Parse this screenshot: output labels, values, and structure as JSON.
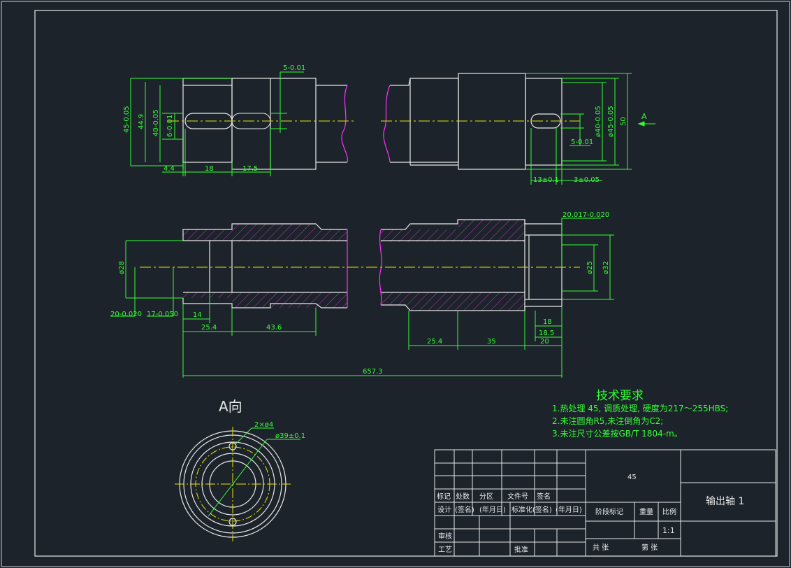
{
  "colors": {
    "background": "#1d232b",
    "outline": "#e8e8e8",
    "dimension": "#33ff33",
    "centerline": "#e6e600",
    "break_line": "#ff33ff",
    "hatch": "#cc44cc"
  },
  "top_view": {
    "left": {
      "dim_45": "45-0.05",
      "dim_44_9": "44.9",
      "dim_40": "40-0.05",
      "dim_6": "6-0.01",
      "dim_5": "5-0.01",
      "dim_4_4": "4.4",
      "dim_18": "18",
      "dim_17_5": "17.5"
    },
    "right": {
      "dim_40": "ø40-0.05",
      "dim_45": "ø45-0.05",
      "dim_50": "50",
      "dim_5": "5-0.01",
      "dim_13": "13±0.1",
      "dim_3": "3±0.05",
      "view_label": "A"
    }
  },
  "section_view": {
    "dim_28": "ø28",
    "dim_20": "20-0.020",
    "dim_17": "17-0.050",
    "dim_14": "14",
    "dim_25_4_left": "25.4",
    "dim_43_6": "43.6",
    "dim_20_017": "20.017-0.020",
    "dim_25": "ø25",
    "dim_32": "ø32",
    "dim_18": "18",
    "dim_18_5": "18.5",
    "dim_25_4_right": "25.4",
    "dim_35": "35",
    "dim_20_right": "20",
    "dim_total": "657.3"
  },
  "a_view": {
    "title": "A向",
    "dim_holes": "2×ø4",
    "dim_pcd": "ø39±0.1"
  },
  "tech_requirements": {
    "title": "技术要求",
    "items": [
      "1.热处理 45, 调质处理, 硬度为217～255HBS;",
      "2.未注圆角R5,未注倒角为C2;",
      "3.未注尺寸公差按GB/T 1804-m。"
    ]
  },
  "title_block": {
    "material": "45",
    "part_name": "输出轴 1",
    "rev_headers": [
      "标记",
      "处数",
      "分区",
      "文件号",
      "签名"
    ],
    "row_design": [
      "设计",
      "(签名)",
      "(年月日)",
      "标准化",
      "(签名)",
      "(年月日)"
    ],
    "stage_label": "阶段标记",
    "weight_label": "重量",
    "scale_label": "比例",
    "scale_value": "1:1",
    "review_label": "审核",
    "process_label": "工艺",
    "approve_label": "批准",
    "total_sheets": "共    张",
    "sheet_no": "第    张"
  }
}
